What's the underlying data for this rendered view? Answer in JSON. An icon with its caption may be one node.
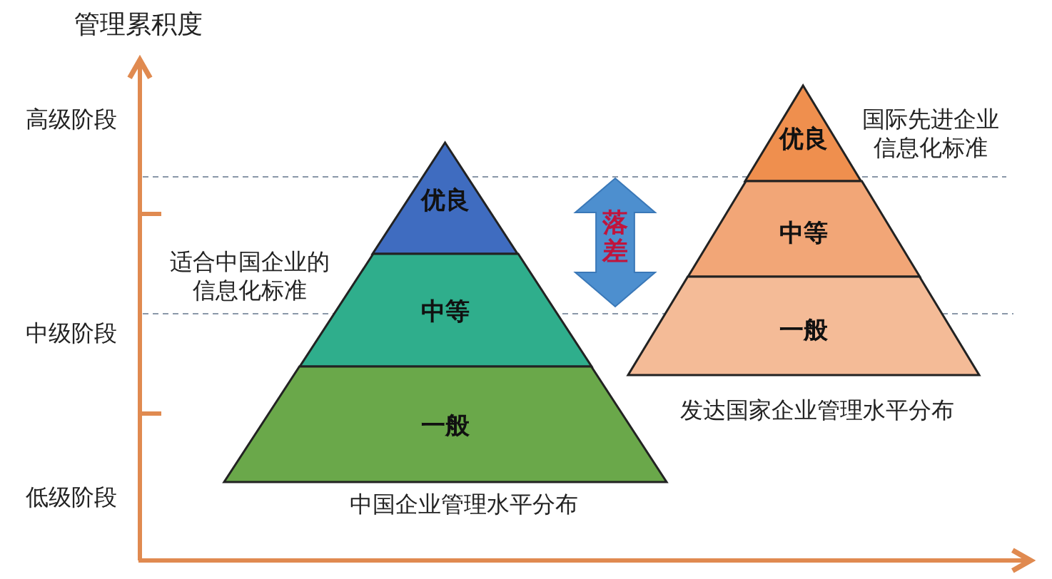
{
  "diagram": {
    "nodes": [
      {
        "text": [
          "优良"
        ]
      },
      {
        "text": [
          "中等"
        ]
      },
      {
        "text": [
          "一般"
        ]
      },
      {
        "text": [
          "落差"
        ]
      },
      {
        "text": [
          "优良"
        ]
      },
      {
        "text": [
          "中等"
        ]
      },
      {
        "text": [
          "一般"
        ]
      }
    ],
    "labels": [
      "管理累积度",
      "高级阶段",
      "中级阶段",
      "低级阶段",
      "适合中国企业的信息化标准",
      "国际先进企业信息化标准",
      "中国企业管理水平分布",
      "发达国家企业管理水平分布"
    ]
  }
}
